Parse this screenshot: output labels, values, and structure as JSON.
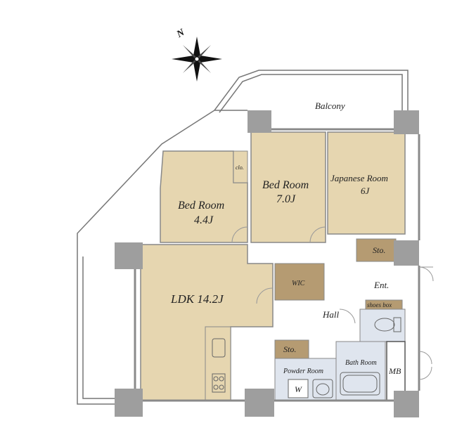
{
  "compass": {
    "label": "N",
    "icon": "compass-rose-icon"
  },
  "colors": {
    "room_tan": "#e6d6b0",
    "wic_brown": "#b59b72",
    "wet_blue": "#dfe5ee",
    "pillar_grey": "#9e9e9e",
    "wall_grey": "#8a8a8a",
    "outline": "#666666"
  },
  "rooms": {
    "balcony": "Balcony",
    "bed_small": {
      "name": "Bed Room",
      "size": "4.4J"
    },
    "bed_large": {
      "name": "Bed Room",
      "size": "7.0J"
    },
    "japanese": {
      "name": "Japanese Room",
      "size": "6J"
    },
    "ldk": "LDK 14.2J",
    "wic": "WIC",
    "entrance": "Ent.",
    "hall": "Hall",
    "storage_a": "Sto.",
    "storage_b": "Sto.",
    "shoes_box": "shoes box",
    "closet": "clo.",
    "powder_room": "Powder Room",
    "bath_room": "Bath Room",
    "washer": "W",
    "meter_box": "MB"
  }
}
